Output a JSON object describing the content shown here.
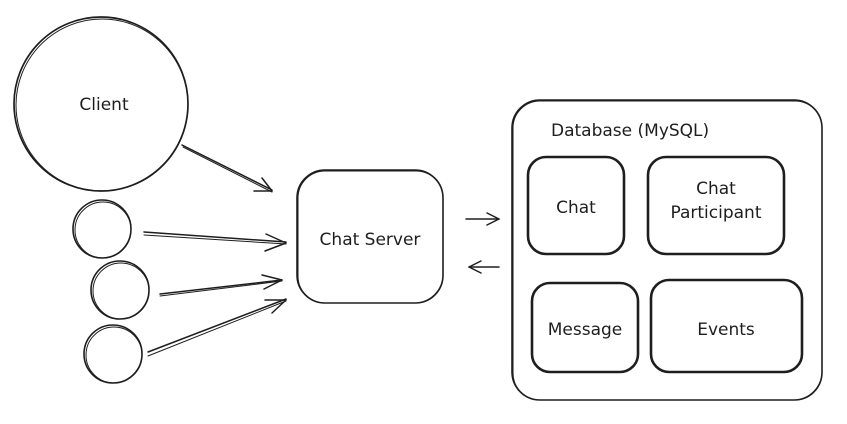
{
  "diagram": {
    "client_label": "Client",
    "server_label": "Chat Server",
    "database_label": "Database (MySQL)",
    "tables": {
      "chat": "Chat",
      "chat_participant_line1": "Chat",
      "chat_participant_line2": "Participant",
      "message": "Message",
      "events": "Events"
    }
  }
}
